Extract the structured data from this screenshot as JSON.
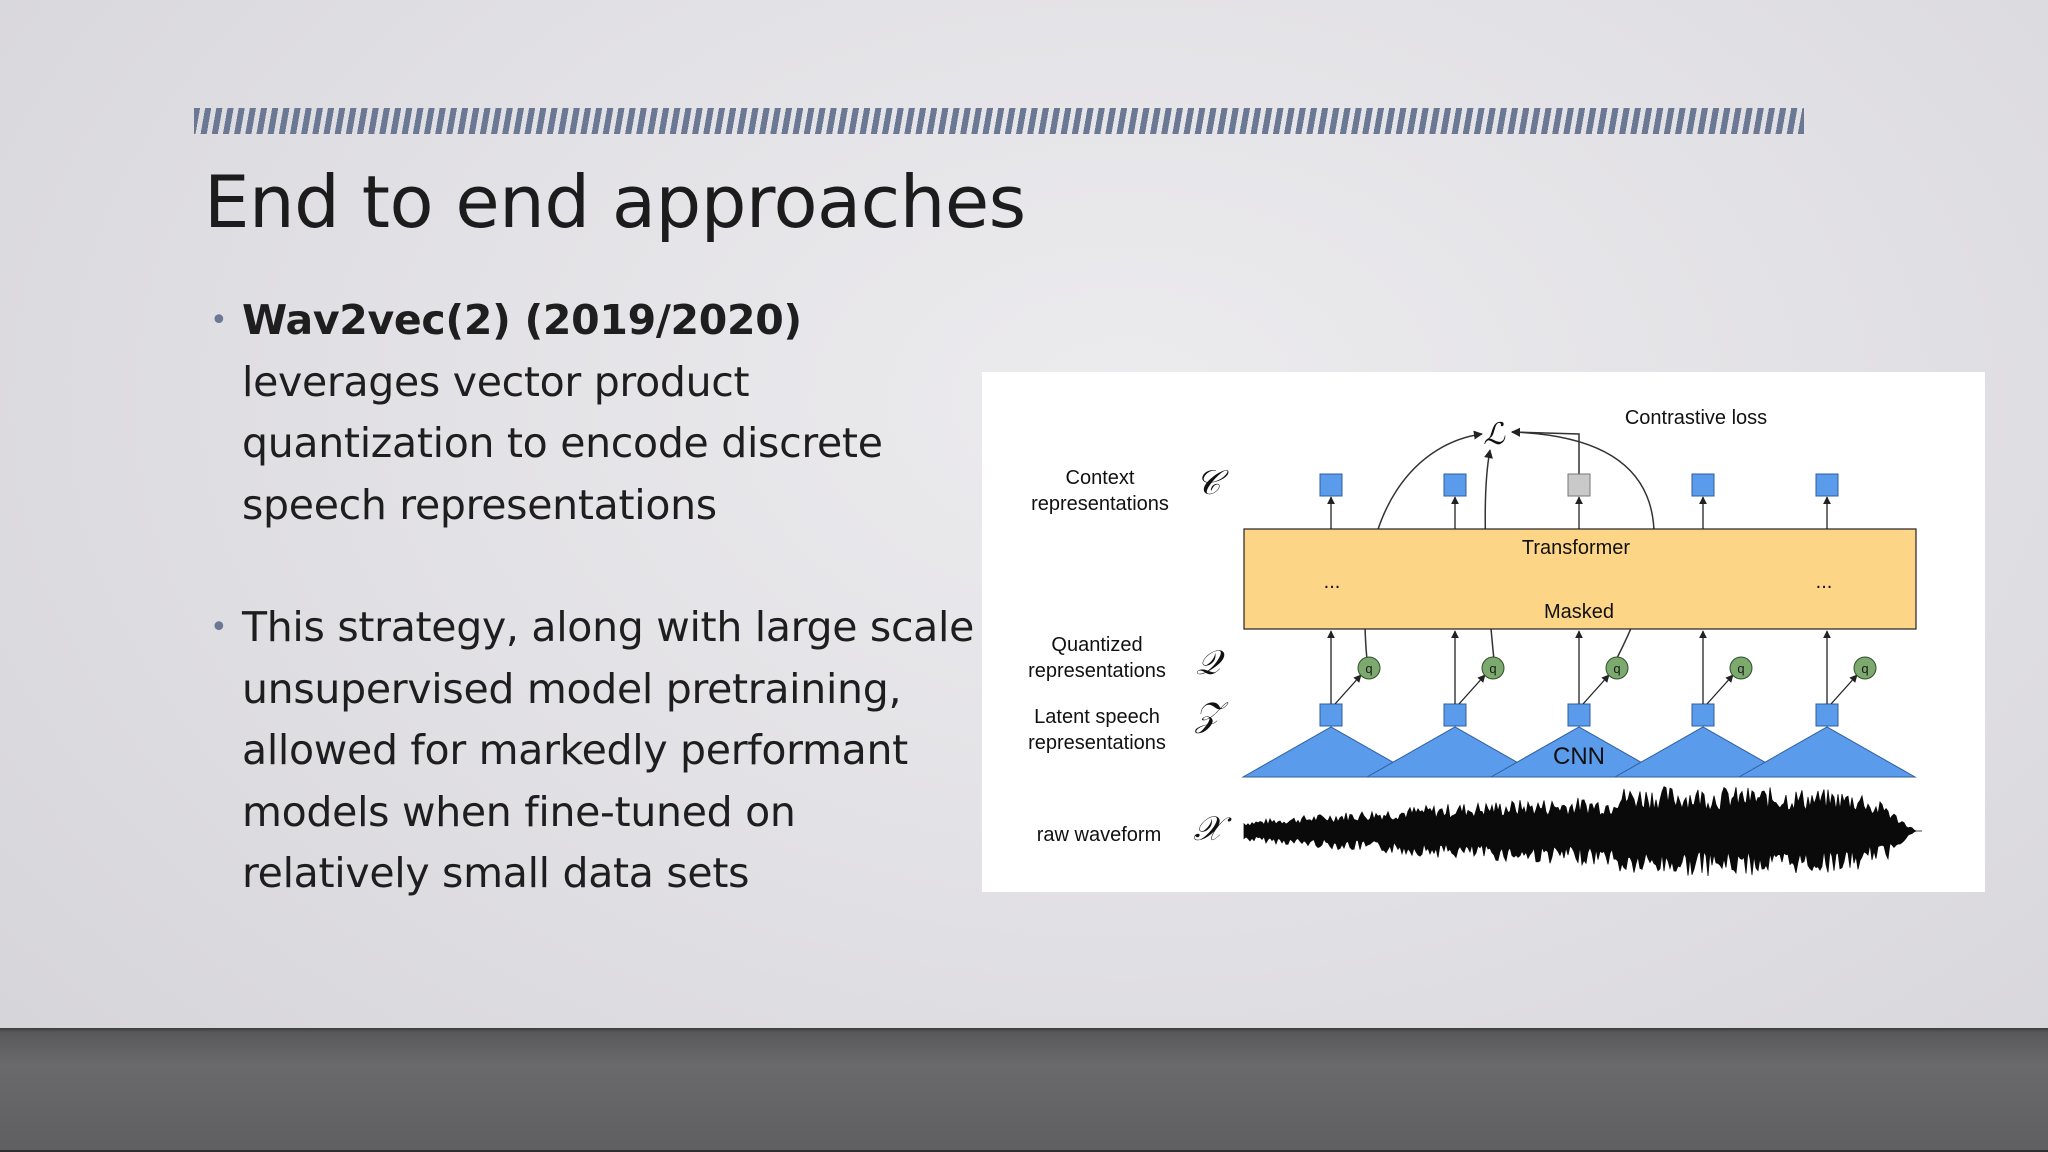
{
  "slide": {
    "title": "End to end approaches",
    "bullet_glyph": "•",
    "bullets": [
      {
        "bold": "Wav2vec(2) (2019/2020)",
        "text": " leverages vector product quantization to encode discrete speech representations"
      },
      {
        "text": "This strategy, along with large scale unsupervised model pretraining, allowed for markedly performant models when fine-tuned on relatively small data sets"
      }
    ]
  },
  "figure": {
    "contrastive_loss": "Contrastive loss",
    "loss_symbol": "ℒ",
    "rows": [
      {
        "line1": "Context",
        "line2": "representations",
        "symbol": "𝒞"
      },
      {
        "line1": "Quantized",
        "line2": "representations",
        "symbol": "𝒬"
      },
      {
        "line1": "Latent speech",
        "line2": "representations",
        "symbol": "𝒵"
      },
      {
        "line1": "raw waveform",
        "symbol": "𝒳"
      }
    ],
    "transformer": "Transformer",
    "masked": "Masked",
    "ellipsis": "...",
    "cnn": "CNN",
    "q": "q",
    "colors": {
      "context_node": "#5b9bec",
      "masked_node": "#c9c9c9",
      "transformer_fill": "#fdd587",
      "cnn_fill": "#5b9bec",
      "quantizer_fill": "#7ba96e"
    }
  }
}
